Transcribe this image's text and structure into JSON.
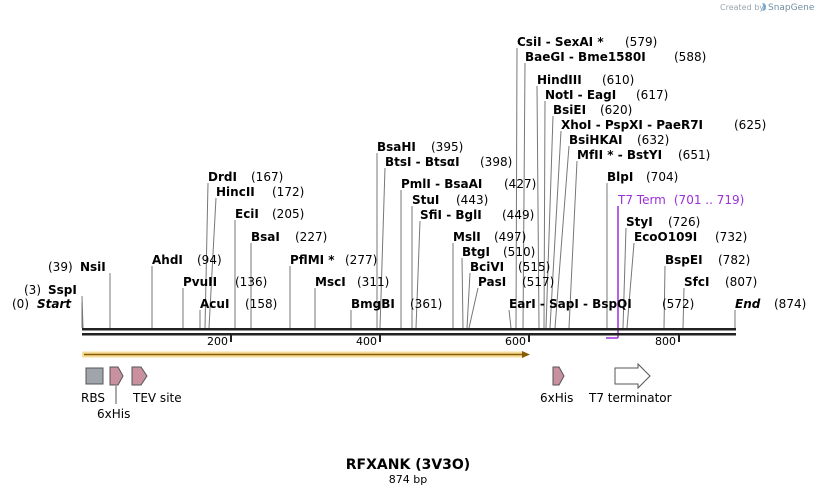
{
  "credit": {
    "prefix": "Created by",
    "brand": "SnapGene"
  },
  "title": "RFXANK (3V3O)",
  "subtitle": "874 bp",
  "ruler_ticks": [
    "200",
    "400",
    "600",
    "800"
  ],
  "sites": [
    {
      "name": "Start",
      "pos": "(0)"
    },
    {
      "name": "SspI",
      "pos": "(3)"
    },
    {
      "name": "NsiI",
      "pos": "(39)"
    },
    {
      "name": "AhdI",
      "pos": "(94)"
    },
    {
      "name": "PvuII",
      "pos": "(136)"
    },
    {
      "name": "AcuI",
      "pos": "(158)"
    },
    {
      "name": "DrdI",
      "pos": "(167)"
    },
    {
      "name": "HincII",
      "pos": "(172)"
    },
    {
      "name": "EciI",
      "pos": "(205)"
    },
    {
      "name": "BsaI",
      "pos": "(227)"
    },
    {
      "name": "PflMI *",
      "pos": "(277)"
    },
    {
      "name": "MscI",
      "pos": "(311)"
    },
    {
      "name": "BmgBI",
      "pos": "(361)"
    },
    {
      "name": "BsaHI",
      "pos": "(395)"
    },
    {
      "name": "BtsI",
      "name2": "BtsαI",
      "pos": "(398)"
    },
    {
      "name": "PmlI",
      "name2": "BsaAI",
      "pos": "(427)"
    },
    {
      "name": "StuI",
      "pos": "(443)"
    },
    {
      "name": "SfiI",
      "name2": "BglI",
      "pos": "(449)"
    },
    {
      "name": "MslI",
      "pos": "(497)"
    },
    {
      "name": "BtgI",
      "pos": "(510)"
    },
    {
      "name": "BciVI",
      "pos": "(515)"
    },
    {
      "name": "PasI",
      "pos": "(517)"
    },
    {
      "name": "EarI",
      "name2": "SapI",
      "name3": "BspQI",
      "pos": "(572)"
    },
    {
      "name": "CsiI",
      "name2": "SexAI *",
      "pos": "(579)"
    },
    {
      "name": "BaeGI",
      "name2": "Bme1580I",
      "pos": "(588)"
    },
    {
      "name": "HindIII",
      "pos": "(610)"
    },
    {
      "name": "NotI",
      "name2": "EagI",
      "pos": "(617)"
    },
    {
      "name": "BsiEI",
      "pos": "(620)"
    },
    {
      "name": "XhoI",
      "name2": "PspXI",
      "name3": "PaeR7I",
      "pos": "(625)"
    },
    {
      "name": "BsiHKAI",
      "pos": "(632)"
    },
    {
      "name": "MfII *",
      "name2": "BstYI",
      "pos": "(651)"
    },
    {
      "name": "BlpI",
      "pos": "(704)"
    },
    {
      "name": "StyI",
      "pos": "(726)"
    },
    {
      "name": "EcoO109I",
      "pos": "(732)"
    },
    {
      "name": "BspEI",
      "pos": "(782)"
    },
    {
      "name": "SfcI",
      "pos": "(807)"
    },
    {
      "name": "End",
      "pos": "(874)"
    }
  ],
  "terminator_label": {
    "name": "T7 Term",
    "pos": "(701 .. 719)",
    "color": "#9b30d9"
  },
  "features": [
    {
      "label": "RBS",
      "color": "#a0a5ab"
    },
    {
      "label": "6xHis",
      "color": "#c9909f"
    },
    {
      "label": "TEV site",
      "color": "#c9909f"
    },
    {
      "label": "6xHis",
      "color": "#c9909f"
    },
    {
      "label": "T7 terminator",
      "color": "#ffffff"
    }
  ],
  "orf_color": "#e8b94a"
}
